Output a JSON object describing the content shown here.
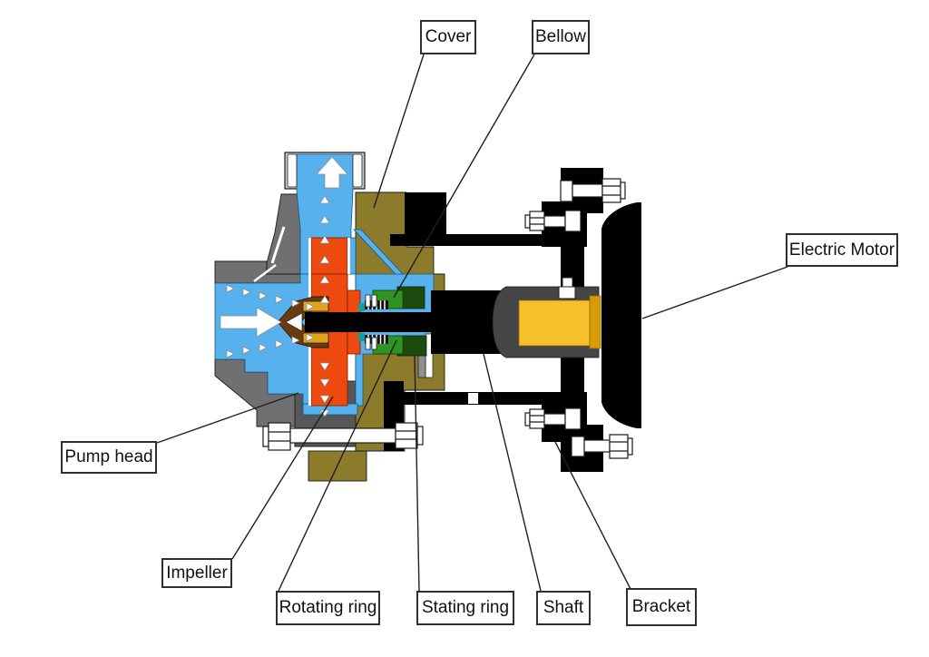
{
  "diagram": {
    "type": "technical-cross-section",
    "subject": "Centrifugal pump with mechanical seal and electric motor",
    "background": "#FFFFFF"
  },
  "labels": {
    "cover": "Cover",
    "bellow": "Bellow",
    "electric_motor": "Electric Motor",
    "pump_head": "Pump head",
    "impeller": "Impeller",
    "rotating_ring": "Rotating ring",
    "stating_ring": "Stating ring",
    "shaft": "Shaft",
    "bracket": "Bracket"
  },
  "flow": {
    "inlet_direction": "right",
    "outlet_direction": "up"
  },
  "colors": {
    "water": "#57B1EC",
    "impeller": "#EE4A10",
    "cover": "#8C7B2A",
    "casing": "#707072",
    "casing_dark": "#57575A",
    "flange": "#C9CACC",
    "black": "#000000",
    "sleeve": "#454545",
    "rotor": "#F7C02A",
    "rotor_edge": "#D89B07",
    "seal_green": "#2F9321",
    "seal_dark": "#1C4A0F",
    "teal": "#12A19A",
    "nut_brown": "#6B3B10",
    "clamp_yellow": "#DFA51E",
    "ring_gray": "#909090",
    "leader": "#1F1F1F",
    "white": "#FFFFFF"
  }
}
